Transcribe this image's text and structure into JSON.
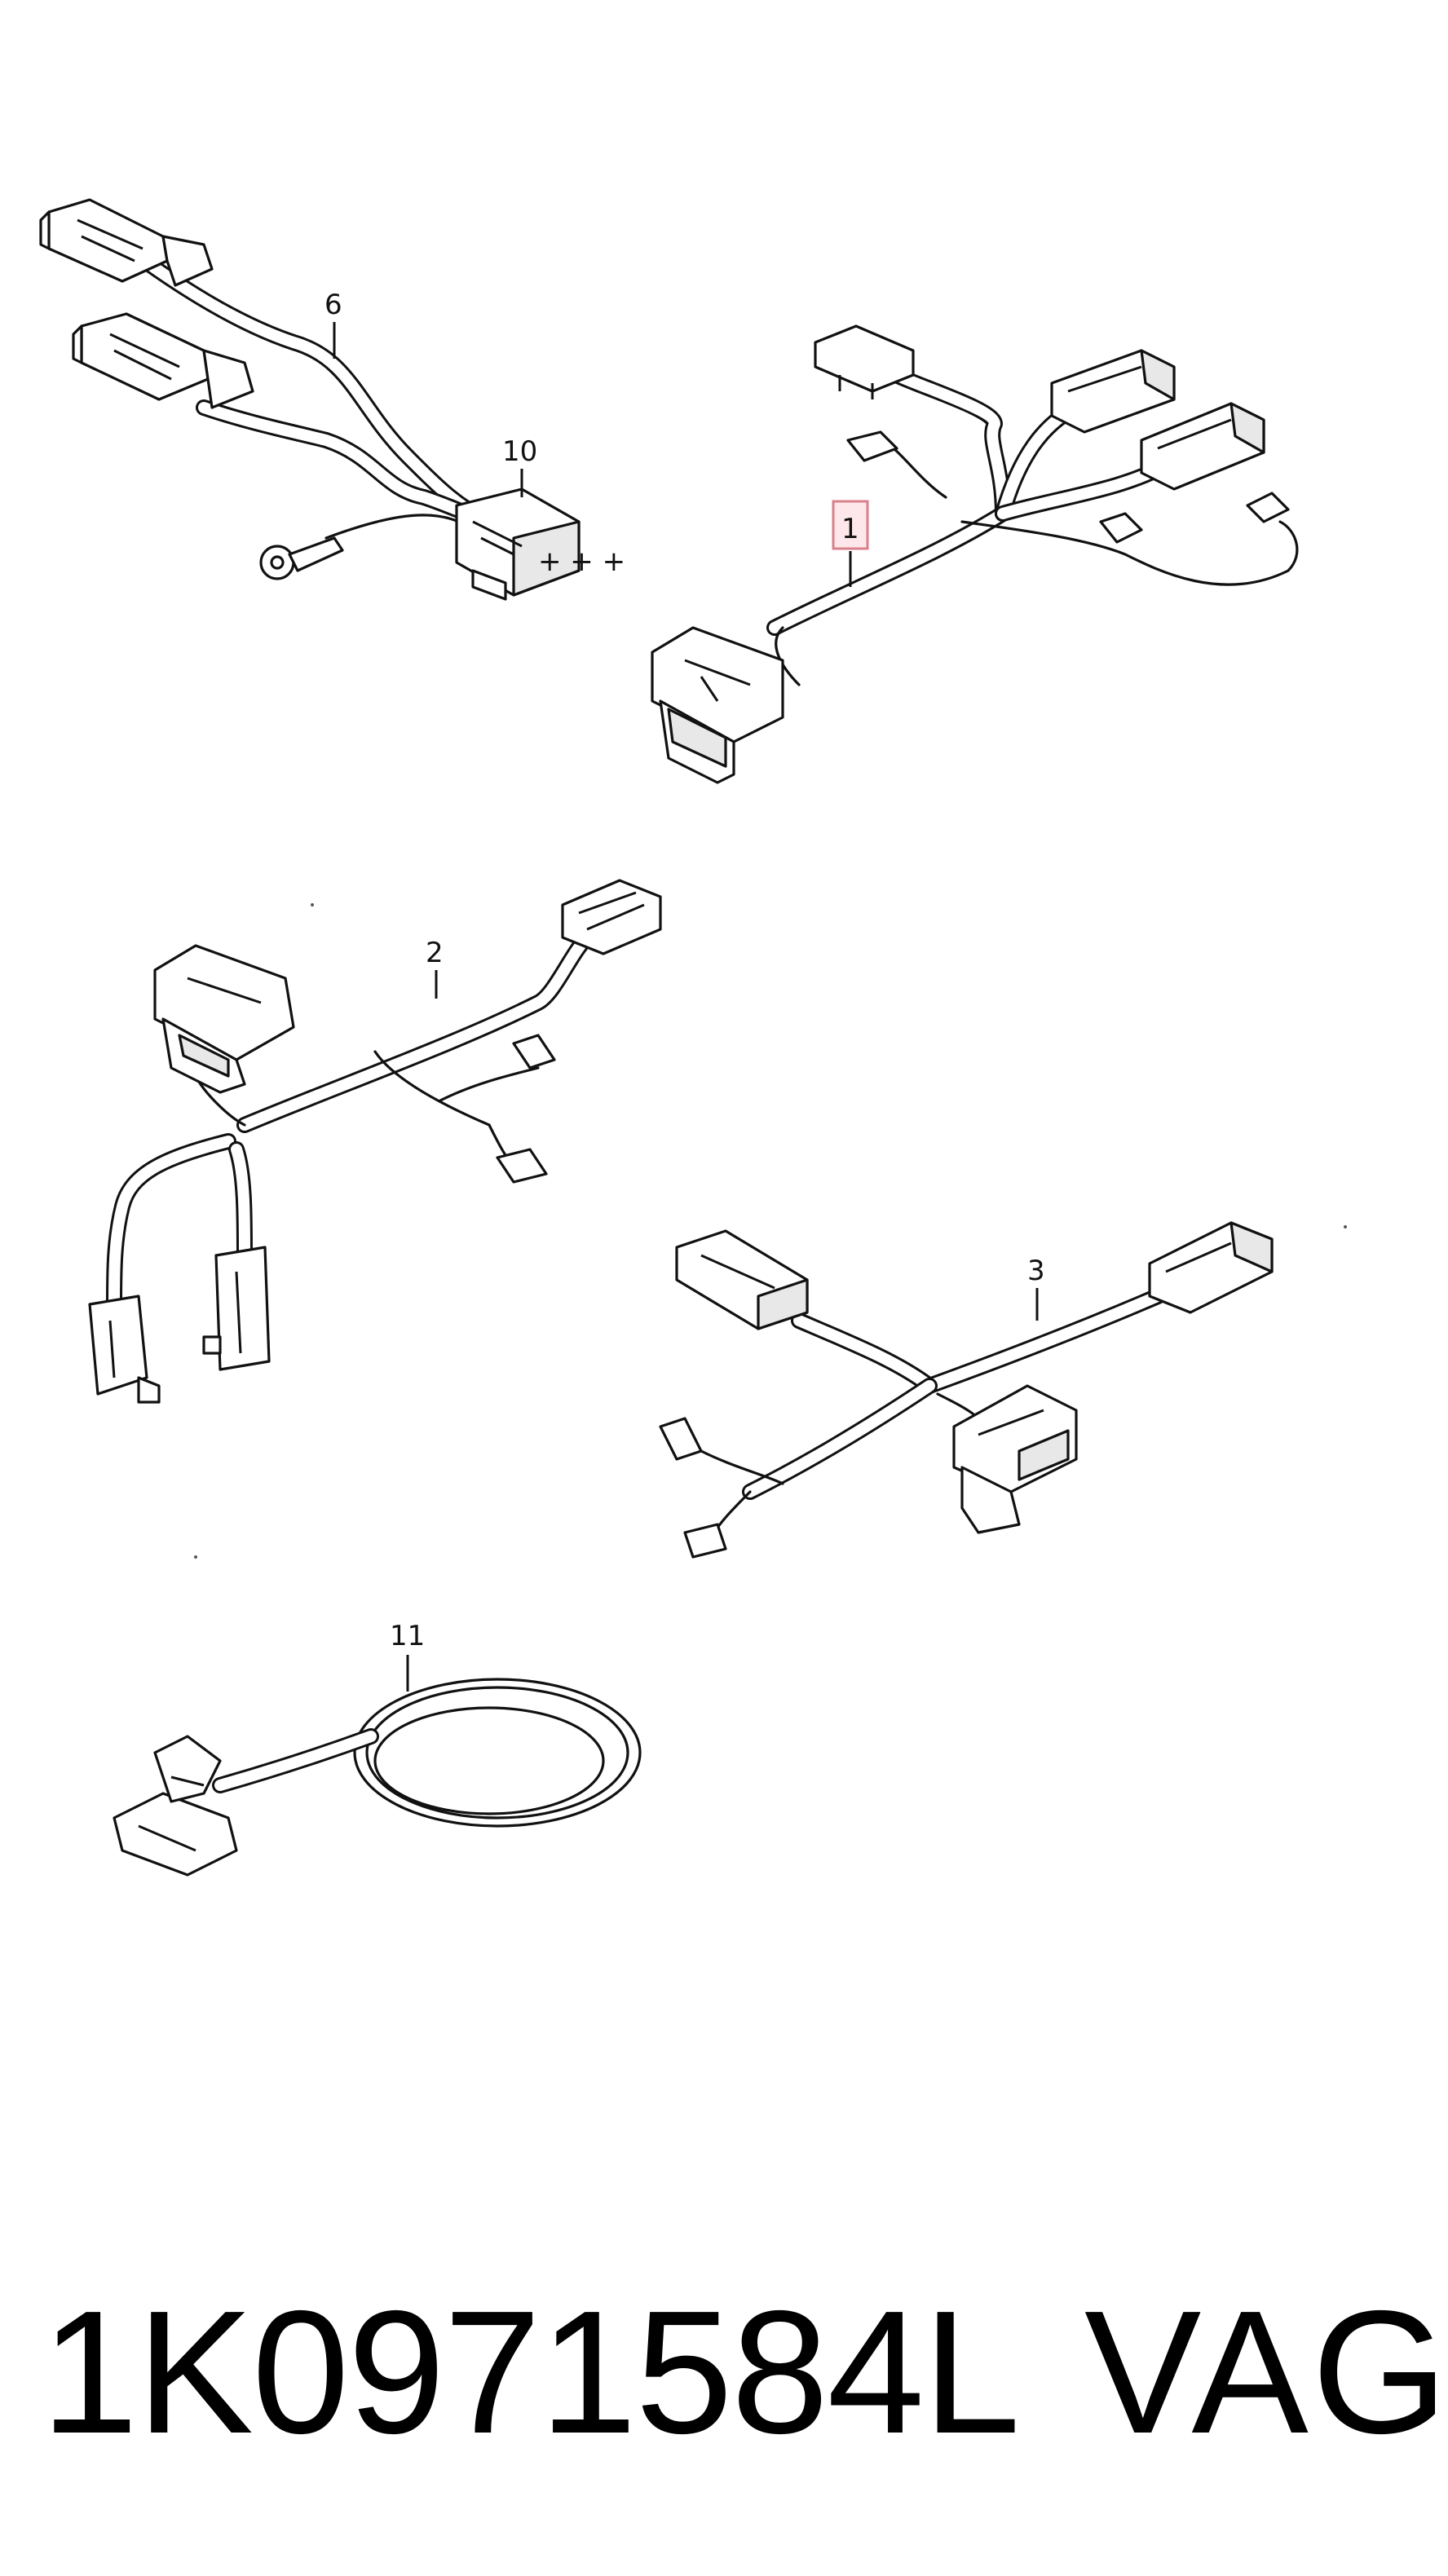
{
  "diagram": {
    "callouts": [
      "6",
      "10",
      "1",
      "2",
      "3",
      "11"
    ],
    "highlighted_callout": "1",
    "highlight_color": "#fde7ea"
  },
  "footer": {
    "part_number": "1K0971584L",
    "brand": "VAG"
  }
}
